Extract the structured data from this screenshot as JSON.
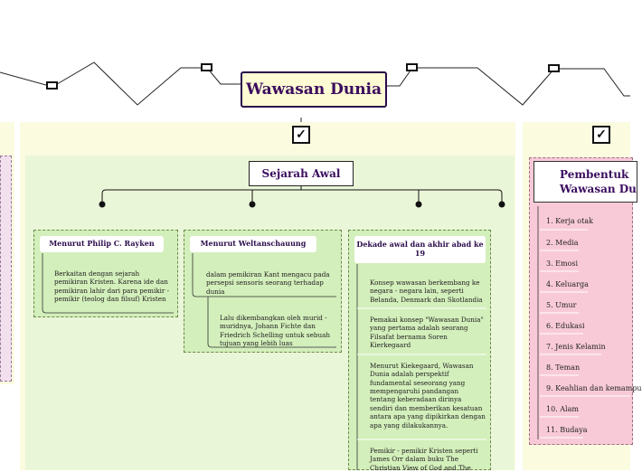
{
  "root": {
    "title": "Wawasan Dunia"
  },
  "center_branch": {
    "title": "Sejarah Awal",
    "cards": [
      {
        "heading": "Menurut Philip C. Rayken",
        "items": [
          "Berkaitan dengan sejarah pemikiran Kristen. Karena ide dan pemikiran lahir dari para pemikir - pemikir (teolog dan filsuf) Kristen"
        ]
      },
      {
        "heading": "Menurut Weltanschauung",
        "items": [
          "dalam pemikiran Kant mengacu pada persepsi sensoris seorang terhadap dunia",
          "Lalu dikembangkan oleh murid - muridnya, Johann Fichte dan Friedrich Schelling untuk sebuah tujuan yang lebih luas"
        ]
      },
      {
        "heading": "Dekade awal dan akhir abad ke 19",
        "items": [
          "Konsep wawasan berkembang ke negara - negara lain, seperti Belanda, Denmark dan Skotlandia",
          "Pemakai konsep \"Wawasan Dunia\" yang pertama adalah seorang Filsafat bernama Soren Kierkegaard",
          "Menurut Kiekegaard, Wawasan Dunia adalah perspektif fundamental seseorang yang mempengaruhi pandangan tentang keberadaan dirinya sendiri dan memberikan kesatuan antara apa yang dipikirkan dengan apa yang dilakukannya.",
          "Pemikir - pemikir Kristen seperti James Orr dalam buku The Christian View of God and The"
        ]
      }
    ]
  },
  "right_branch": {
    "title": "Pembentuk Wawasan Du",
    "items": [
      "1. Kerja otak",
      "2. Media",
      "3. Emosi",
      "4. Keluarga",
      "5. Umur",
      "6. Edukasi",
      "7. Jenis Kelamin",
      "8. Teman",
      "9. Keahlian dan kemampu",
      "10. Alam",
      "11. Budaya"
    ]
  },
  "checkbox_mark": "✓",
  "colors": {
    "title_text": "#3b0d5e",
    "band": "#fbfbe0",
    "green": "#d3efbb",
    "pink": "#f8cad8"
  }
}
